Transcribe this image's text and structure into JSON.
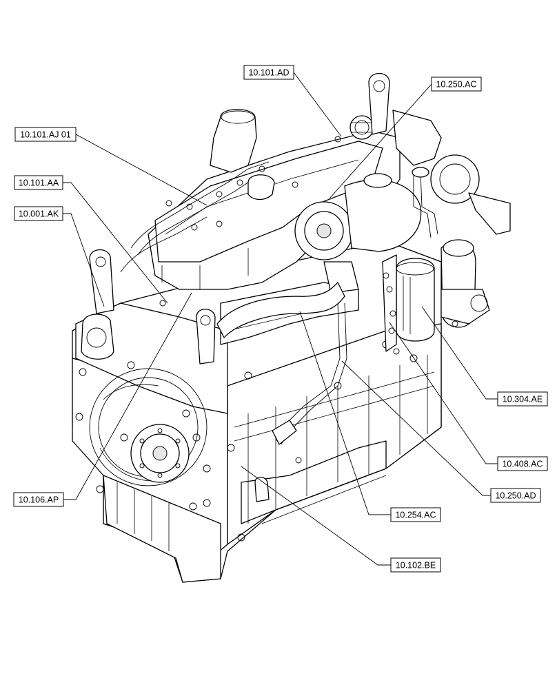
{
  "callouts": [
    {
      "id": "c1",
      "label": "10.101.AD"
    },
    {
      "id": "c2",
      "label": "10.250.AC"
    },
    {
      "id": "c3",
      "label": "10.101.AJ 01"
    },
    {
      "id": "c4",
      "label": "10.101.AA"
    },
    {
      "id": "c5",
      "label": "10.001.AK"
    },
    {
      "id": "c6",
      "label": "10.304.AE"
    },
    {
      "id": "c7",
      "label": "10.408.AC"
    },
    {
      "id": "c8",
      "label": "10.250.AD"
    },
    {
      "id": "c9",
      "label": "10.106.AP"
    },
    {
      "id": "c10",
      "label": "10.254.AC"
    },
    {
      "id": "c11",
      "label": "10.102.BE"
    }
  ]
}
